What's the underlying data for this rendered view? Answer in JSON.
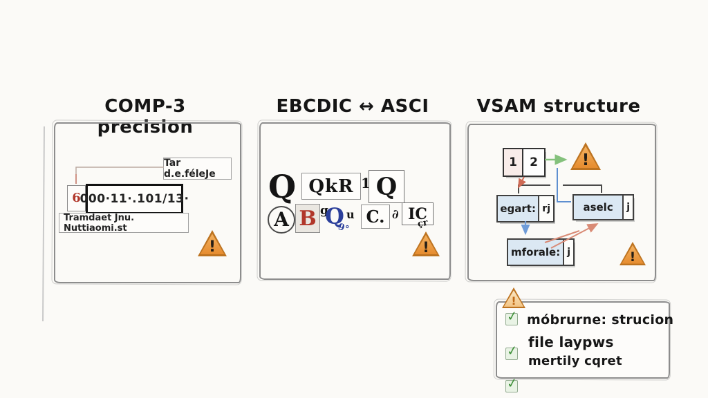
{
  "panels": {
    "comp3": {
      "title": "COMP-3 precision",
      "field_label": "Tar d.e.féleJe",
      "sign_glyph": "6",
      "display_value": "000·11·.101/13·",
      "caption": "Tramdaet Jnu. Nuttiaomi.st"
    },
    "ebcdic": {
      "title": "EBCDIC ↔ ASCI",
      "row1": {
        "q_large": "Q",
        "boxed_trio": "QkR",
        "digit": "1",
        "q_boxed": "Q"
      },
      "row2": {
        "a": "A",
        "b_red": "B",
        "g": "g",
        "q_blue": "Q",
        "q_flourish": "9°",
        "u": "u",
        "c_boxed": "C.",
        "partial": "∂",
        "ic_boxed": "IC",
        "ic_flourish": "çr"
      }
    },
    "vsam": {
      "title": "VSAM structure",
      "root": {
        "cell_left": "1",
        "cell_right": "2"
      },
      "node_left": {
        "label": "egart:",
        "suffix": "rj"
      },
      "node_right": {
        "label": "aselc",
        "suffix": "j"
      },
      "node_bottom": {
        "label": "mforale:",
        "suffix": "j"
      }
    }
  },
  "checklist": {
    "check_glyph": "✓",
    "items": [
      "móbrurne: strucion",
      "file laypws",
      "mertily cqret"
    ]
  },
  "warning_glyph": "!",
  "colors": {
    "warning_orange": "#e68c2f",
    "node_blue": "#dbe8f3",
    "check_green": "#3c8f36",
    "letter_red": "#b1372a",
    "letter_blue": "#2b3f9b",
    "arrow_green": "#84c17c",
    "arrow_red": "#cf6a55",
    "arrow_blue": "#6f9cd8"
  }
}
